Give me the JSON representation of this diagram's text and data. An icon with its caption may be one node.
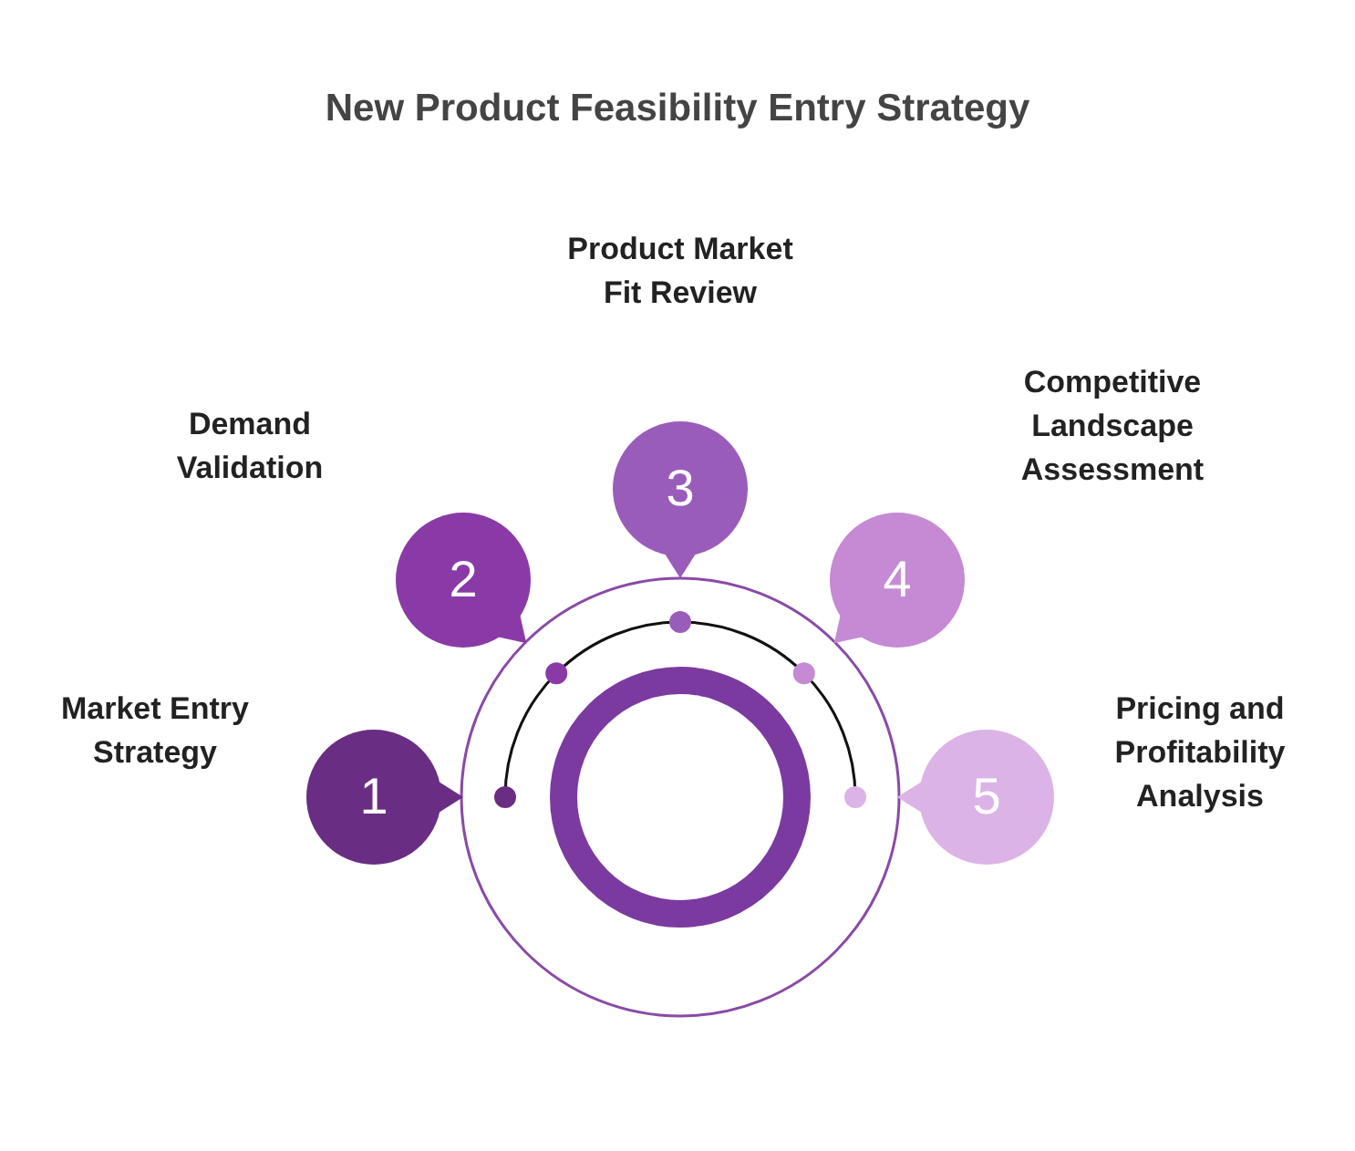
{
  "diagram": {
    "title": "New Product Feasibility Entry Strategy",
    "nodes": [
      {
        "text": [
          "1"
        ],
        "beside": [
          "Market Entry Strategy"
        ]
      },
      {
        "text": [
          "2"
        ],
        "beside": [
          "Demand Validation"
        ]
      },
      {
        "text": [
          "3"
        ],
        "beside": [
          "Product Market Fit Review"
        ]
      },
      {
        "text": [
          "4"
        ],
        "beside": [
          "Competitive Landscape Assessment"
        ]
      },
      {
        "text": [
          "5"
        ],
        "beside": [
          "Pricing and Profitability Analysis"
        ]
      }
    ]
  }
}
